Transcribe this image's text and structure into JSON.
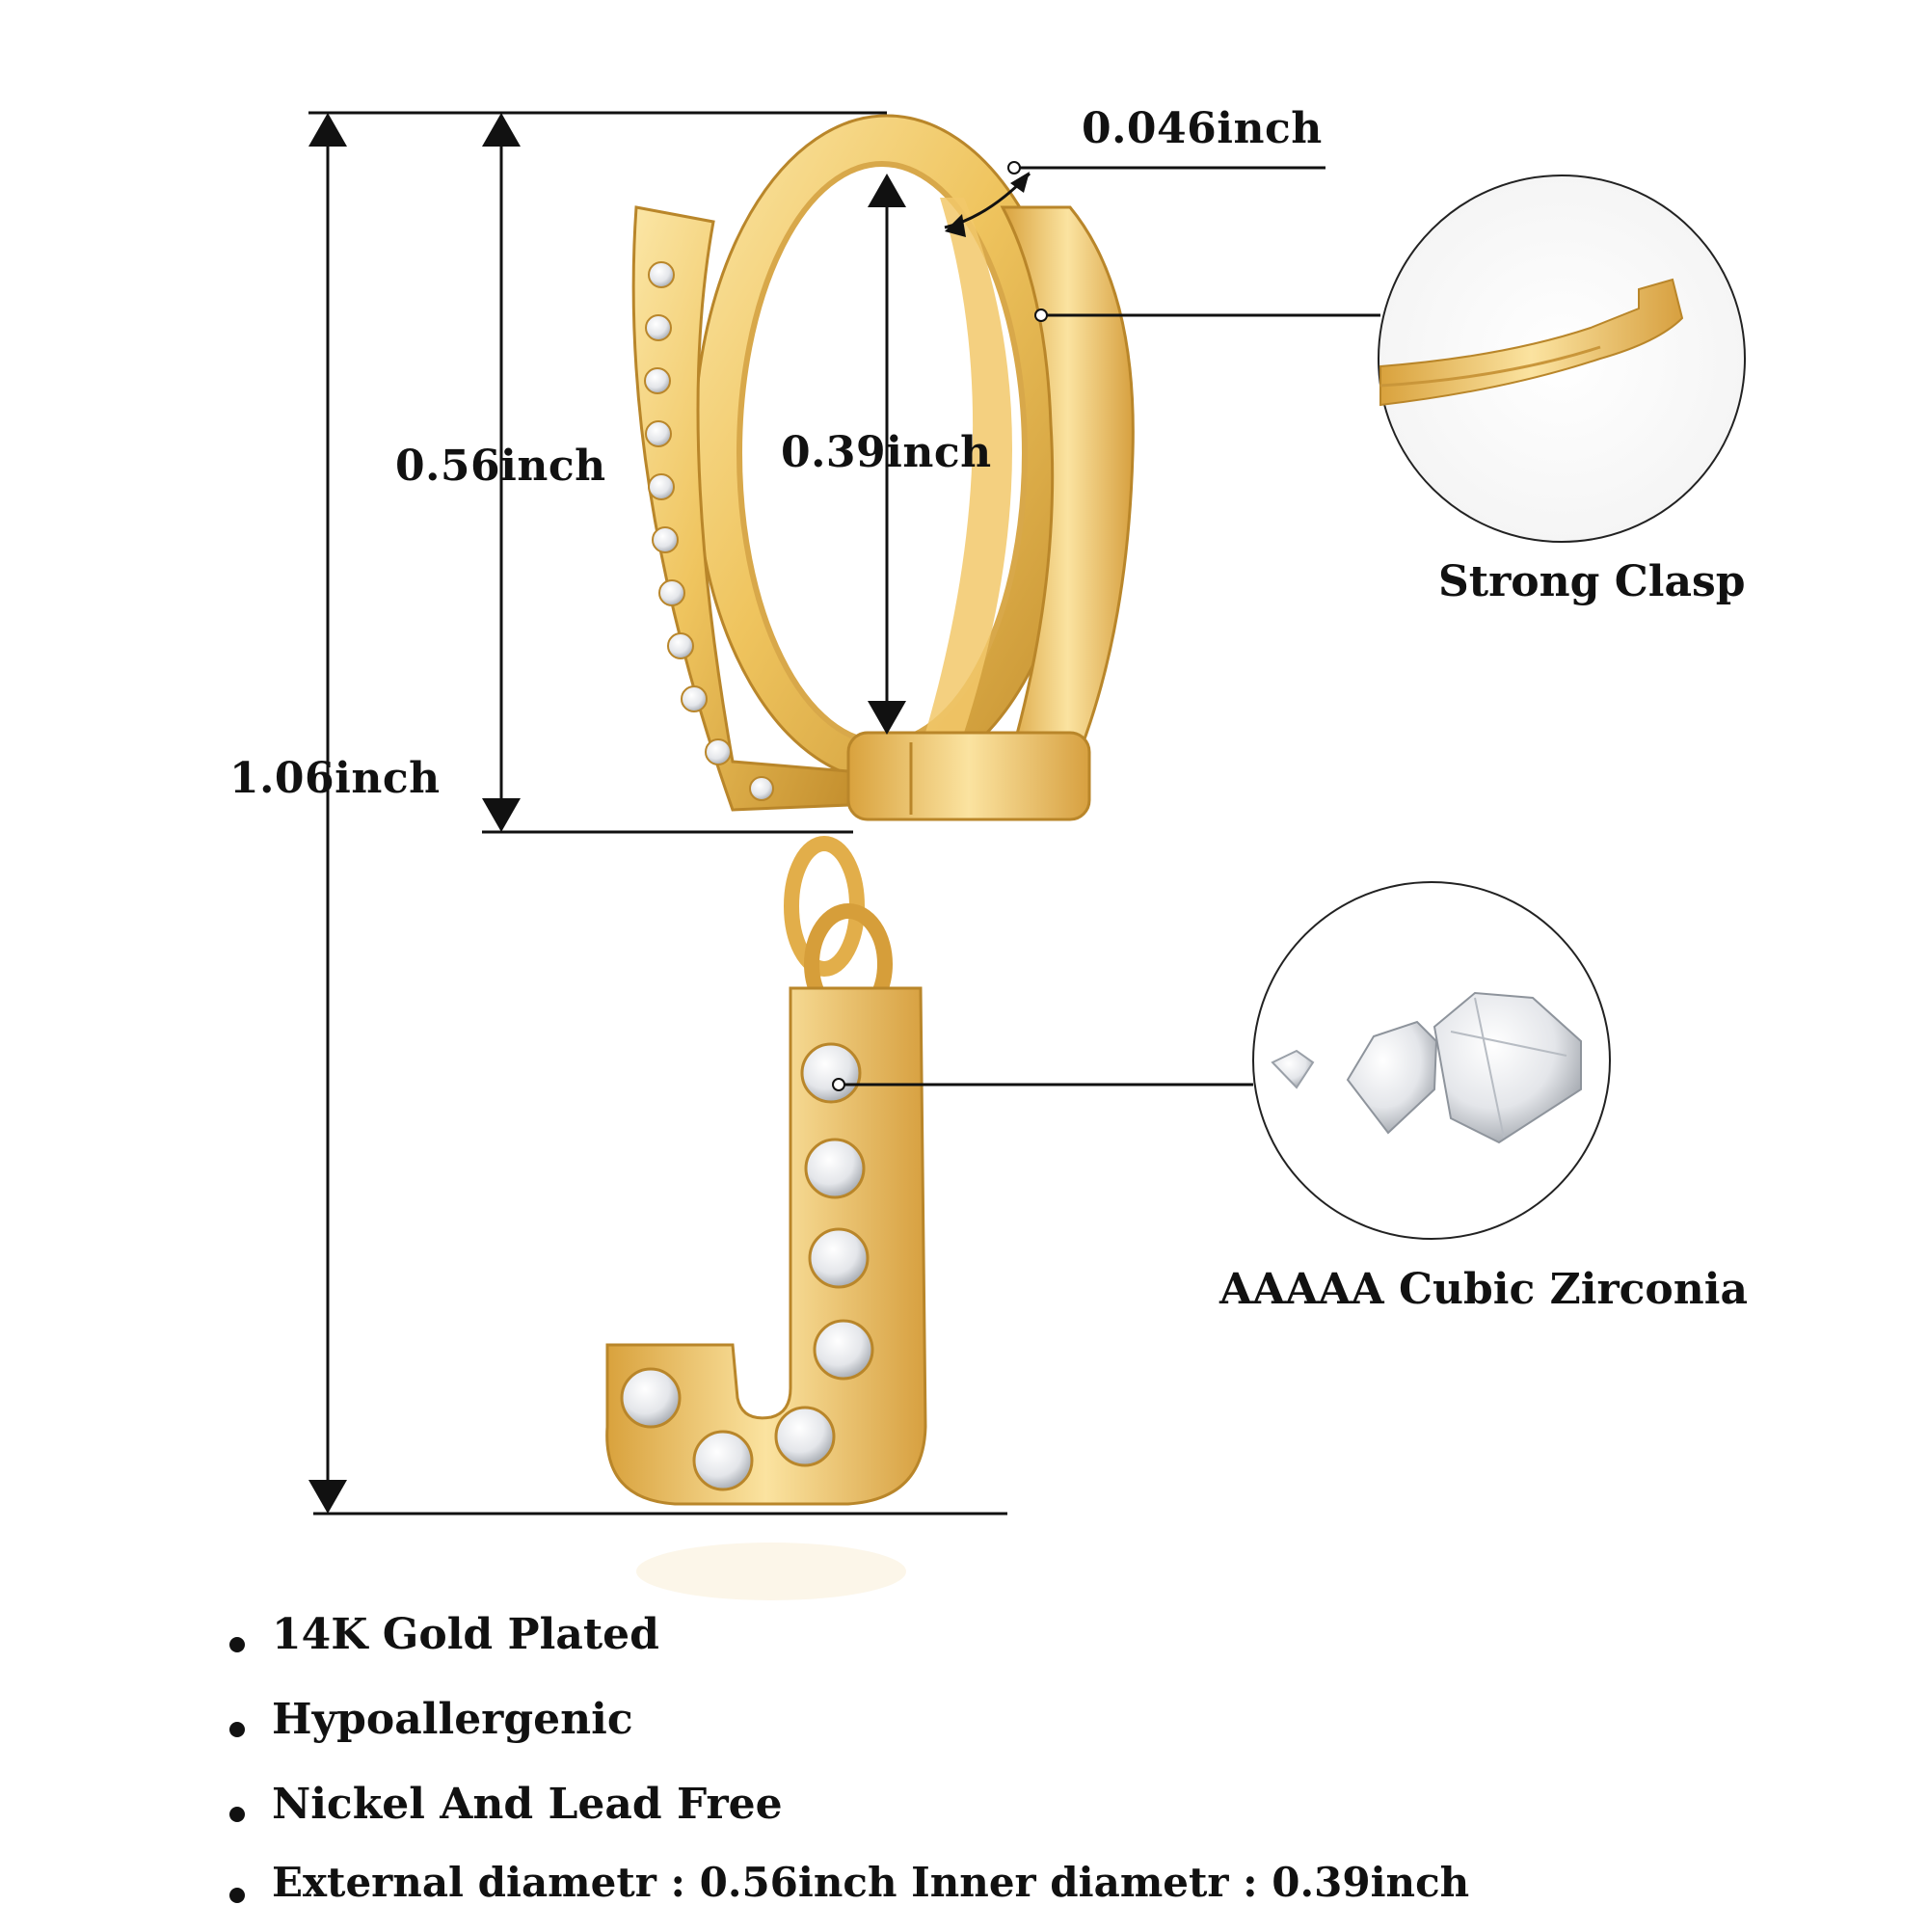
{
  "dimensions": {
    "thickness": "0.046inch",
    "outer_diameter": "0.56inch",
    "inner_diameter": "0.39inch",
    "total_length": "1.06inch"
  },
  "callouts": {
    "clasp": "Strong Clasp",
    "stone": "AAAAA Cubic Zirconia"
  },
  "features": [
    "14K Gold Plated",
    "Hypoallergenic",
    "Nickel And Lead Free",
    "External diametr : 0.56inch Inner diametr : 0.39inch"
  ],
  "colors": {
    "gold_light": "#f9dc8a",
    "gold_mid": "#e8b64a",
    "gold_dark": "#b9862a",
    "line": "#111111"
  }
}
